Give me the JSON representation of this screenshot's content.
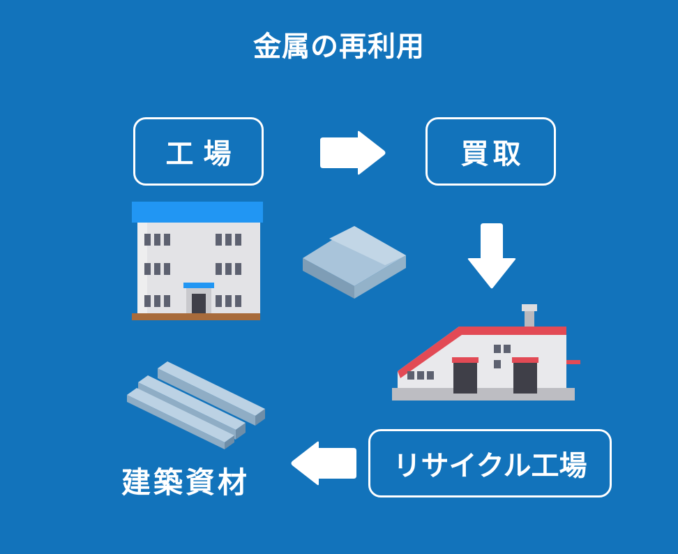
{
  "title": "金属の再利用",
  "nodes": {
    "factory": "工場",
    "purchase": "買取",
    "recycle_plant": "リサイクル工場",
    "building_materials": "建築資材"
  },
  "colors": {
    "background": "#1273bb",
    "text": "#ffffff",
    "roof_red": "#e24a55",
    "building_roof_blue": "#2196f3",
    "metal": "#a9c4da"
  }
}
